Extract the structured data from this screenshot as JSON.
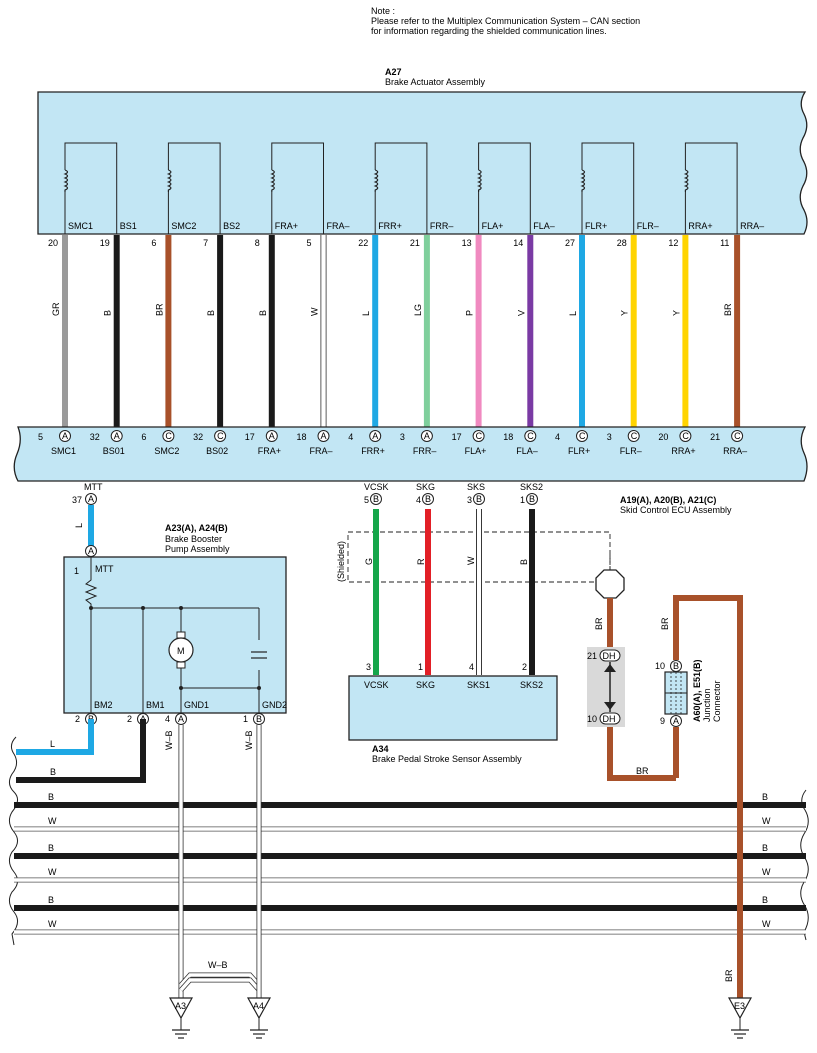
{
  "note": {
    "lines": [
      "Note :",
      "Please refer to the Multiplex Communication System – CAN section",
      "for information regarding the shielded communication lines."
    ]
  },
  "actuator": {
    "code": "A27",
    "title": "Brake Actuator Assembly"
  },
  "actuator_labels": [
    "SMC1",
    "BS1",
    "SMC2",
    "BS2",
    "FRA+",
    "FRA–",
    "FRR+",
    "FRR–",
    "FLA+",
    "FLA–",
    "FLR+",
    "FLR–",
    "RRA+",
    "RRA–"
  ],
  "wires": [
    {
      "pin_top": "20",
      "color_label": "GR",
      "color": "#9a9a9a",
      "pin_bottom": "5",
      "conn": "A",
      "ecu_label": "SMC1"
    },
    {
      "pin_top": "19",
      "color_label": "B",
      "color": "#1a1a1a",
      "pin_bottom": "32",
      "conn": "A",
      "ecu_label": "BS01"
    },
    {
      "pin_top": "6",
      "color_label": "BR",
      "color": "#a8512a",
      "pin_bottom": "6",
      "conn": "C",
      "ecu_label": "SMC2"
    },
    {
      "pin_top": "7",
      "color_label": "B",
      "color": "#1a1a1a",
      "pin_bottom": "32",
      "conn": "C",
      "ecu_label": "BS02"
    },
    {
      "pin_top": "8",
      "color_label": "B",
      "color": "#1a1a1a",
      "pin_bottom": "17",
      "conn": "A",
      "ecu_label": "FRA+"
    },
    {
      "pin_top": "5",
      "color_label": "W",
      "color": "#ffffff",
      "pin_bottom": "18",
      "conn": "A",
      "ecu_label": "FRA–"
    },
    {
      "pin_top": "22",
      "color_label": "L",
      "color": "#1ea8e4",
      "pin_bottom": "4",
      "conn": "A",
      "ecu_label": "FRR+"
    },
    {
      "pin_top": "21",
      "color_label": "LG",
      "color": "#7fcf9c",
      "pin_bottom": "3",
      "conn": "A",
      "ecu_label": "FRR–"
    },
    {
      "pin_top": "13",
      "color_label": "P",
      "color": "#f08ac0",
      "pin_bottom": "17",
      "conn": "C",
      "ecu_label": "FLA+"
    },
    {
      "pin_top": "14",
      "color_label": "V",
      "color": "#7a3aa4",
      "pin_bottom": "18",
      "conn": "C",
      "ecu_label": "FLA–"
    },
    {
      "pin_top": "27",
      "color_label": "L",
      "color": "#1ea8e4",
      "pin_bottom": "4",
      "conn": "C",
      "ecu_label": "FLR+"
    },
    {
      "pin_top": "28",
      "color_label": "Y",
      "color": "#ffd400",
      "pin_bottom": "3",
      "conn": "C",
      "ecu_label": "FLR–"
    },
    {
      "pin_top": "12",
      "color_label": "Y",
      "color": "#ffd400",
      "pin_bottom": "20",
      "conn": "C",
      "ecu_label": "RRA+"
    },
    {
      "pin_top": "11",
      "color_label": "BR",
      "color": "#a8512a",
      "pin_bottom": "21",
      "conn": "C",
      "ecu_label": "RRA–"
    }
  ],
  "ecu": {
    "codes": "A19(A), A20(B), A21(C)",
    "title": "Skid Control ECU Assembly",
    "mtt": {
      "label": "MTT",
      "pin": "37",
      "conn": "A"
    },
    "lower_pins": [
      {
        "label": "VCSK",
        "pin": "5",
        "conn": "B"
      },
      {
        "label": "SKG",
        "pin": "4",
        "conn": "B"
      },
      {
        "label": "SKS",
        "pin": "3",
        "conn": "B"
      },
      {
        "label": "SKS2",
        "pin": "1",
        "conn": "B"
      }
    ]
  },
  "pump": {
    "codes": "A23(A), A24(B)",
    "title_line1": "Brake Booster",
    "title_line2": "Pump Assembly",
    "pin_top": "1",
    "conn_top": "A",
    "mtt_label": "MTT",
    "wire_top_color": "L",
    "motor_label": "M",
    "bottom": [
      {
        "label": "BM2",
        "pin": "2",
        "conn": "B"
      },
      {
        "label": "BM1",
        "pin": "2",
        "conn": "A"
      },
      {
        "label": "GND1",
        "pin": "4",
        "conn": "A"
      },
      {
        "label": "GND2",
        "pin": "1",
        "conn": "B"
      }
    ]
  },
  "sensor": {
    "code": "A34",
    "title": "Brake Pedal Stroke Sensor Assembly",
    "shielded_label": "(Shielded)",
    "wire_labels": [
      "G",
      "R",
      "W",
      "B"
    ],
    "pins": [
      {
        "label": "VCSK",
        "pin": "3"
      },
      {
        "label": "SKG",
        "pin": "1"
      },
      {
        "label": "SKS1",
        "pin": "4"
      },
      {
        "label": "SKS2",
        "pin": "2"
      }
    ]
  },
  "dh_connector": {
    "top_pin": "21",
    "bottom_pin": "10",
    "code": "DH"
  },
  "junction": {
    "code": "A60(A), E51(B)",
    "line1": "Junction",
    "line2": "Connector",
    "top_pin": "10",
    "top_conn": "B",
    "bottom_pin": "9",
    "bottom_conn": "A"
  },
  "br_labels": {
    "left_upper": "BR",
    "left_lower": "BR",
    "right_upper": "BR",
    "right_lower": "BR"
  },
  "bus": {
    "left_l": "L",
    "left_b": "B",
    "lines": [
      "B",
      "W",
      "B",
      "W",
      "B",
      "W"
    ]
  },
  "wb_labels": {
    "gnd1": "W–B",
    "gnd2": "W–B",
    "bridge": "W–B"
  },
  "grounds": [
    "A3",
    "A4",
    "E3"
  ]
}
